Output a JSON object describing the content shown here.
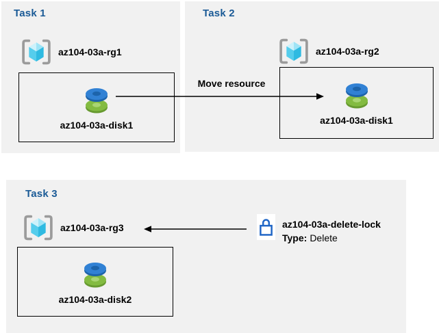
{
  "tasks": [
    {
      "title": "Task 1",
      "resource_group": "az104-03a-rg1",
      "disk": "az104-03a-disk1"
    },
    {
      "title": "Task 2",
      "resource_group": "az104-03a-rg2",
      "disk": "az104-03a-disk1"
    },
    {
      "title": "Task 3",
      "resource_group": "az104-03a-rg3",
      "disk": "az104-03a-disk2"
    }
  ],
  "arrows": {
    "move_label": "Move resource",
    "move_direction": "task1-disk to task2 box, pointing right",
    "lock_direction": "lock icon to task3 resource group, pointing left"
  },
  "lock": {
    "name": "az104-03a-delete-lock",
    "type_label": "Type:",
    "type_value": "Delete"
  },
  "icons": {
    "resource_group": "resource-group-icon (gray brackets around cyan cube)",
    "disk": "disk-icon (blue disk stacked on green disk)",
    "lock": "lock-icon (blue outlined padlock on white square)"
  },
  "colors": {
    "panel_bg": "#f1f1f1",
    "title_blue": "#1a5a96",
    "text_black": "#000000",
    "box_border": "#000000",
    "arrow": "#000000",
    "bracket_gray": "#9b9b9b",
    "cube_top_left": "#cdf2fb",
    "cube_top_right": "#9fe4f6",
    "cube_left": "#55cdec",
    "cube_right": "#2fbae1",
    "disk_blue": "#3181d4",
    "disk_blue_dark": "#1d64ab",
    "disk_green": "#83bb41",
    "disk_green_dark": "#679a30",
    "disk_green_light": "#a9d573",
    "lock_blue": "#2066c6",
    "lock_bg": "#ffffff"
  }
}
